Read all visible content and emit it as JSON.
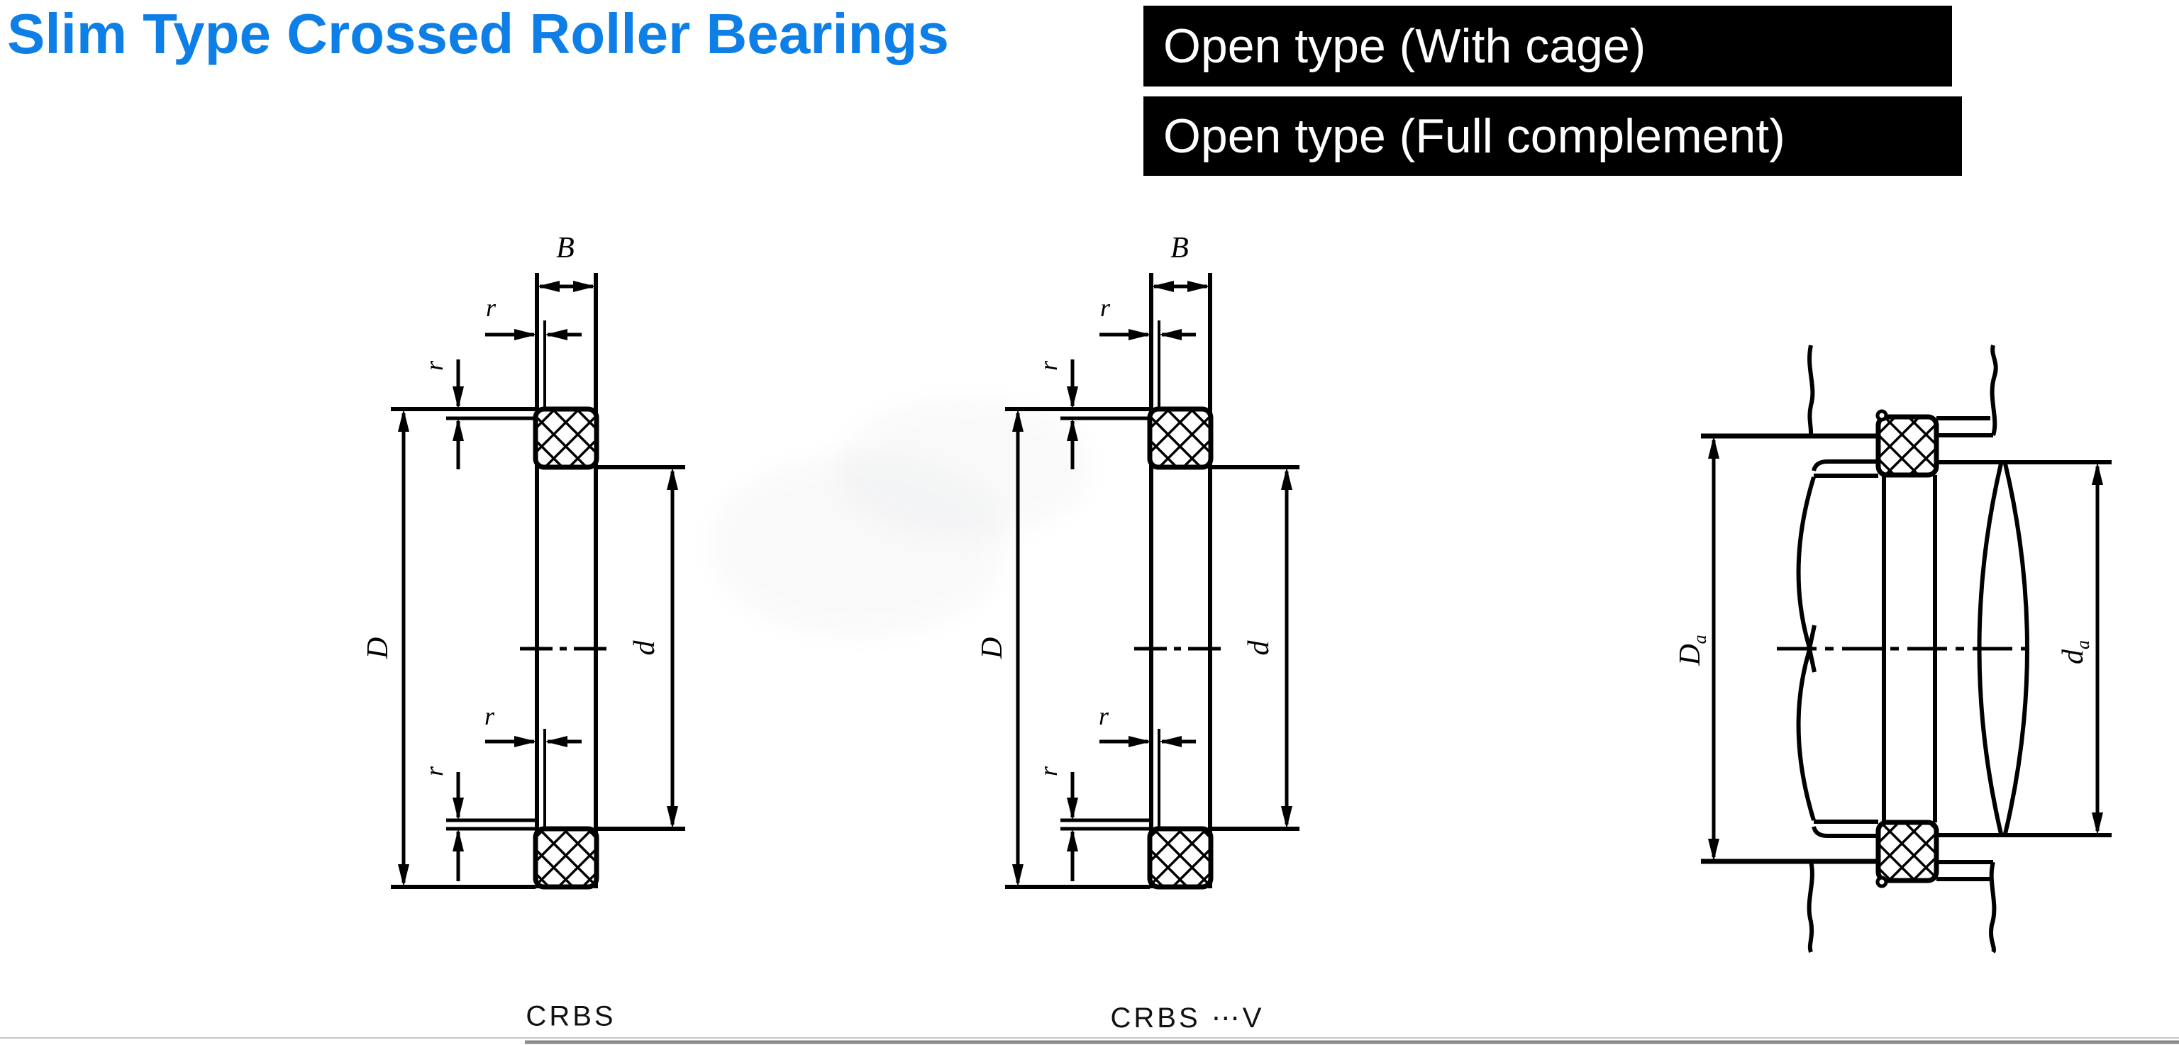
{
  "page": {
    "title": "Slim Type Crossed Roller Bearings"
  },
  "banners": [
    {
      "label": "Open type (With cage)"
    },
    {
      "label": "Open type (Full complement)"
    }
  ],
  "figures": [
    {
      "id": "crbs",
      "caption": "CRBS",
      "dims": {
        "width": "B",
        "chamfer": "r",
        "outer": "D",
        "bore": "d"
      }
    },
    {
      "id": "crbs-v",
      "caption": "CRBS ⋯V",
      "dims": {
        "width": "B",
        "chamfer": "r",
        "outer": "D",
        "bore": "d"
      }
    },
    {
      "id": "mounting",
      "dims": {
        "housing_shoulder": {
          "main": "D",
          "sub": "a"
        },
        "shaft_shoulder": {
          "main": "d",
          "sub": "a"
        }
      }
    }
  ],
  "colors": {
    "title": "#0e7fe6",
    "banner_bg": "#000000",
    "banner_fg": "#ffffff",
    "ink": "#000000",
    "page_edge": "#8a8a8a"
  }
}
